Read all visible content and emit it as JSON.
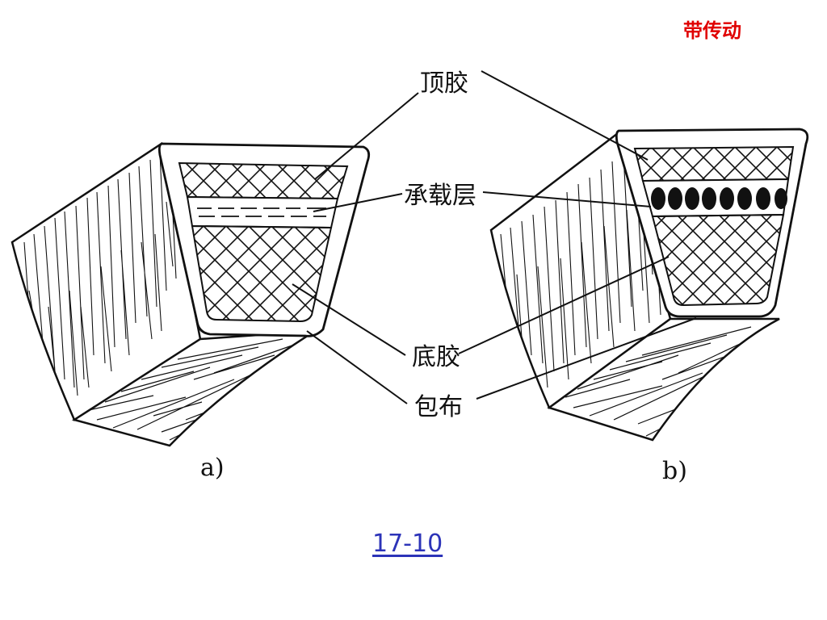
{
  "header": {
    "title": "带传动"
  },
  "labels": {
    "top_rubber": "顶胶",
    "load_layer": "承载层",
    "bottom_rubber": "底胶",
    "wrap_cloth": "包布"
  },
  "subfigures": {
    "a": "a)",
    "b": "b)"
  },
  "figure_link": "17-10",
  "colors": {
    "title_red": "#e00000",
    "link_blue": "#2c33b8",
    "ink": "#111111"
  }
}
